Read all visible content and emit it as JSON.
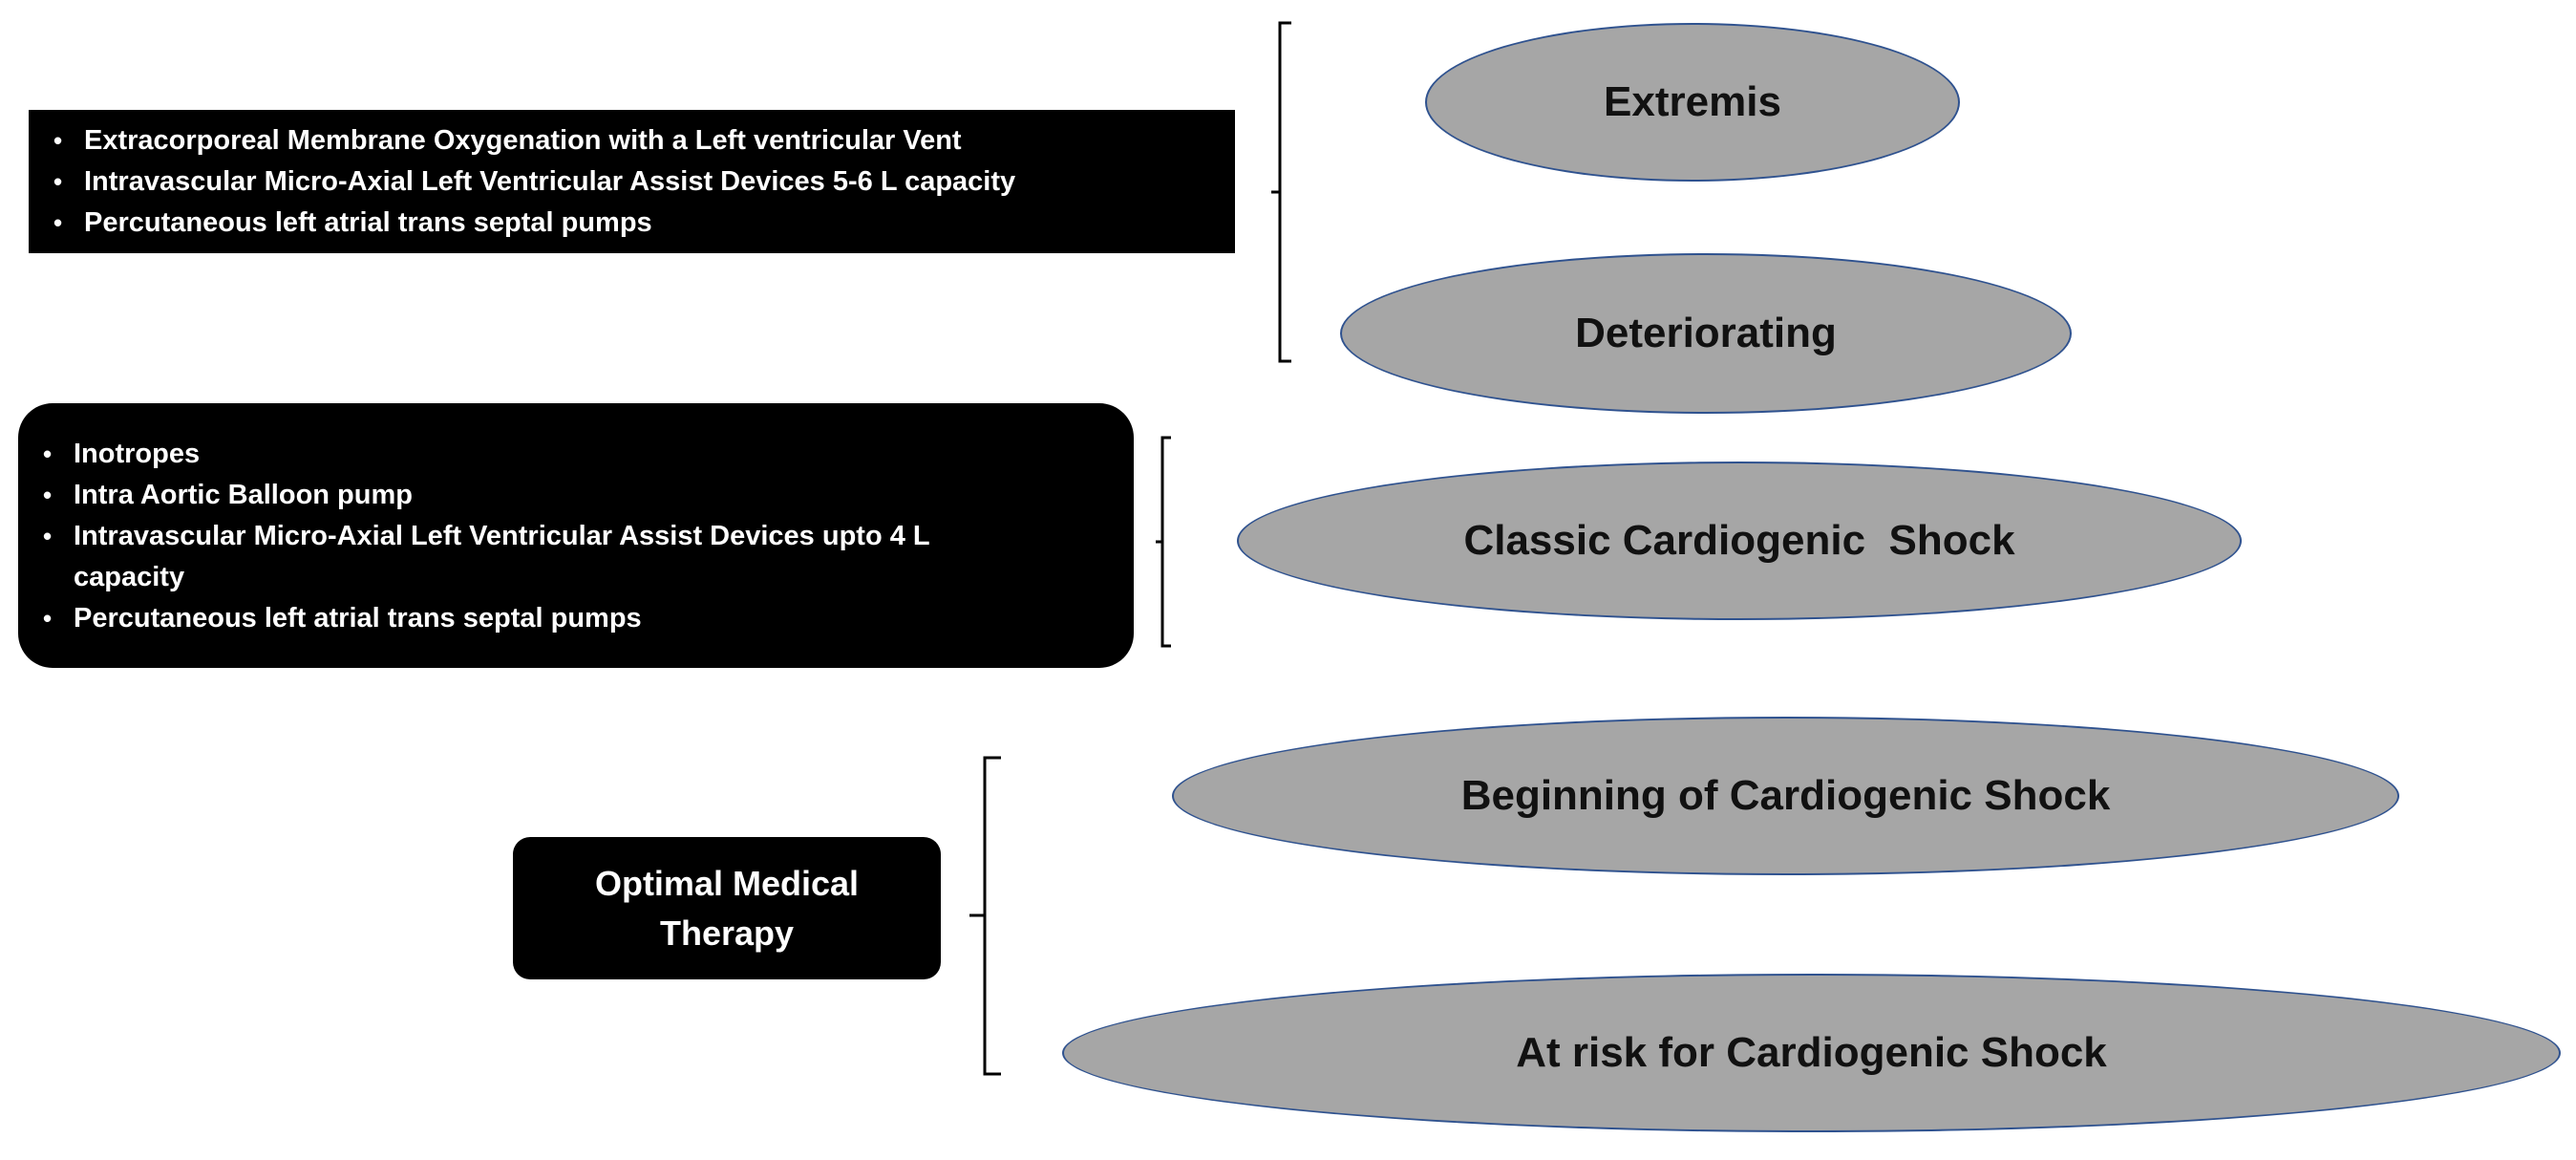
{
  "advanced_support": {
    "items": [
      "Extracorporeal Membrane Oxygenation with a Left ventricular Vent",
      "Intravascular Micro-Axial Left Ventricular Assist Devices 5-6 L capacity",
      "Percutaneous left atrial trans septal pumps"
    ]
  },
  "intermediate_support": {
    "items": [
      "Inotropes",
      "Intra Aortic Balloon pump",
      "Intravascular Micro-Axial Left Ventricular Assist Devices upto 4 L capacity",
      "Percutaneous left atrial trans septal pumps"
    ]
  },
  "basic_support": {
    "label": "Optimal Medical Therapy"
  },
  "stages": {
    "extremis": "Extremis",
    "deteriorating": "Deteriorating",
    "classic": "Classic Cardiogenic  Shock",
    "beginning": "Beginning of Cardiogenic Shock",
    "at_risk": "At risk for Cardiogenic Shock"
  },
  "colors": {
    "box_fill": "#000000",
    "box_text": "#ffffff",
    "ellipse_fill": "#a6a6a6",
    "ellipse_border": "#2f528f",
    "bracket": "#000000"
  }
}
